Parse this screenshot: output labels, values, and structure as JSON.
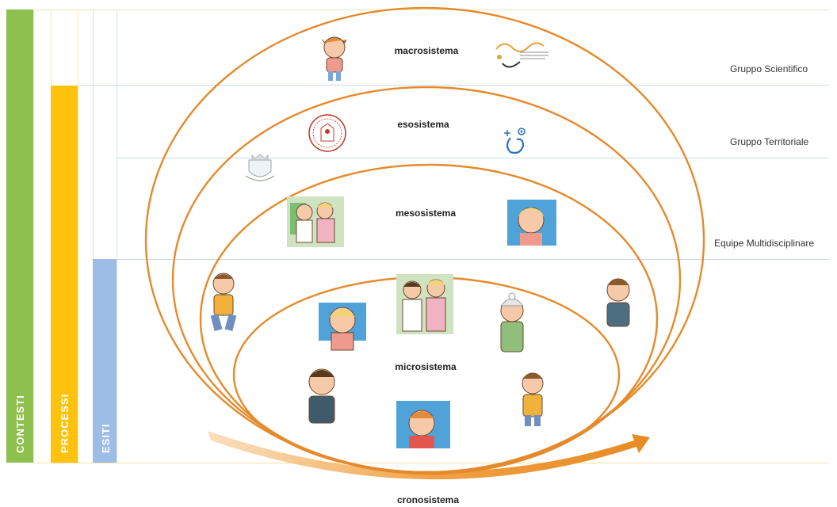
{
  "columns": {
    "contesti": {
      "label": "CONTESTI",
      "color": "#8dc04e"
    },
    "processi": {
      "label": "PROCESSI",
      "color": "#ffc20e"
    },
    "esiti": {
      "label": "ESITI",
      "color": "#9dbde6"
    }
  },
  "rows": {
    "scientifico": "Gruppo Scientifico",
    "territoriale": "Gruppo Territoriale",
    "multidisciplinare": "Equipe Multidisciplinare"
  },
  "systems": {
    "macro": "macrosistema",
    "eso": "esosistema",
    "meso": "mesosistema",
    "micro": "microsistema",
    "crono": "cronosistema"
  },
  "icons": {
    "seal": "university-seal-icon",
    "crest": "municipality-crest-icon",
    "spiral": "spiral-logo-icon",
    "scribble": "association-logo-icon"
  },
  "colors": {
    "ellipse": "#e58a2b",
    "rule": "#c9d8ec",
    "arrow": "#f0a245"
  }
}
